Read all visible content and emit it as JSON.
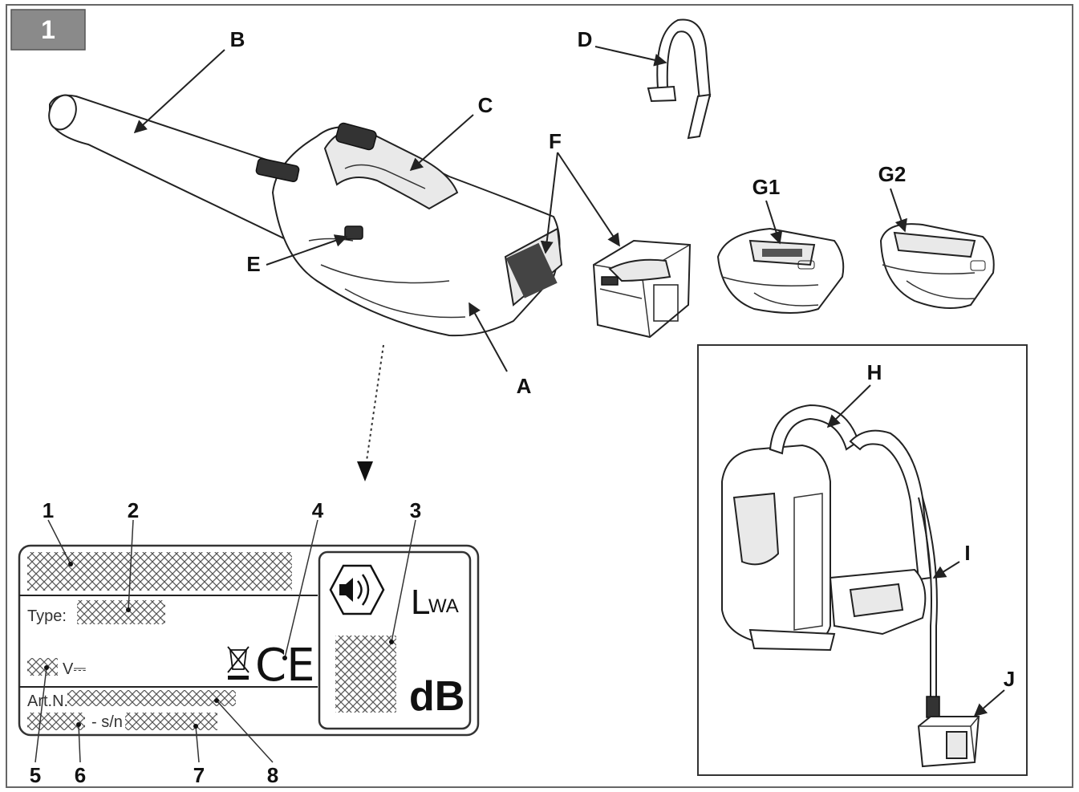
{
  "figure": {
    "number": "1"
  },
  "parts": {
    "A": "A",
    "B": "B",
    "C": "C",
    "D": "D",
    "E": "E",
    "F": "F",
    "G1": "G1",
    "G2": "G2",
    "H": "H",
    "I": "I",
    "J": "J"
  },
  "plate": {
    "callouts": [
      "1",
      "2",
      "4",
      "3",
      "5",
      "6",
      "7",
      "8"
    ],
    "type_label": "Type:",
    "voltage_unit": "V⎓",
    "art_label": "Art.N.",
    "serial_label": "- s/n",
    "sound": {
      "L": "L",
      "sub": "WA",
      "unit": "dB"
    },
    "ce_mark": "CE"
  },
  "icons": [
    "sound-power-icon",
    "weee-bin-icon",
    "ce-mark-icon"
  ]
}
